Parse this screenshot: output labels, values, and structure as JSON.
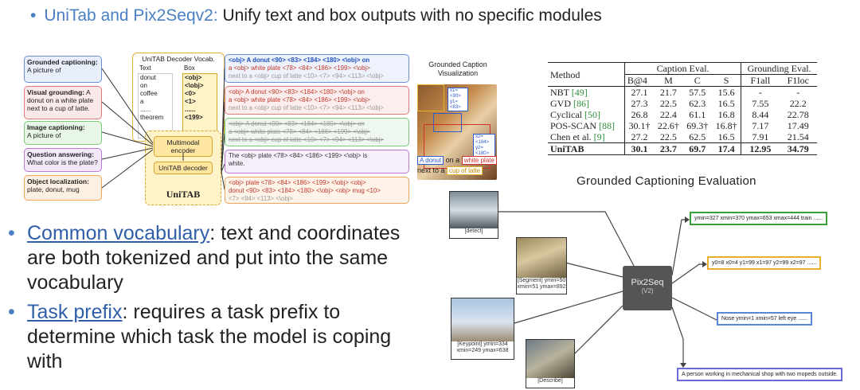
{
  "slide": {
    "title_highlight": "UniTab and Pix2Seqv2:",
    "title_rest": " Unify text and box outputs with no specific modules",
    "bullets": [
      {
        "term": "Common vocabulary",
        "rest": ": text and coordinates are both tokenized and put into the same vocabulary"
      },
      {
        "term": "Task prefix",
        "rest": ": requires a task prefix to determine which task the model is coping with"
      }
    ]
  },
  "unitab": {
    "tasks": [
      {
        "name": "Grounded captioning:",
        "text": "A picture of",
        "color": "#6b8fd6"
      },
      {
        "name": "Visual grounding:",
        "text": "A donut on a white plate next to a cup of latte.",
        "color": "#e07a7a"
      },
      {
        "name": "Image captioning:",
        "text": "A picture of",
        "color": "#7cc77c"
      },
      {
        "name": "Question answering:",
        "text": "What color is the plate?",
        "color": "#b77ad1"
      },
      {
        "name": "Object localization:",
        "text": "plate, donut, mug",
        "color": "#f0a55a"
      }
    ],
    "vocab_title": "UniTAB Decoder Vocab.",
    "vocab_text_header": "Text",
    "vocab_box_header": "Box",
    "vocab_text": [
      "donut",
      "on",
      "coffee",
      "a",
      "......",
      "theorem"
    ],
    "vocab_box": [
      "<obj>",
      "<\\obj>",
      "<0>",
      "<1>",
      "......",
      "<199>"
    ],
    "encoder": "Multimodal encoder",
    "decoder": "UniTAB decoder",
    "model_name": "UniTAB",
    "outputs": [
      {
        "color": "#6b8fd6",
        "line1": "<obj> A donut <90> <83> <184> <180> <\\obj> on",
        "line2": "a <obj> white plate <78> <84> <186> <199> <\\obj>",
        "line3": "next to a <obj> cup of latte <10> <7> <94> <113> <\\obj>"
      },
      {
        "color": "#e07a7a",
        "line1": "<obj> A donut <90> <83> <184> <180> <\\obj> on",
        "line2": "a <obj> white plate <78> <84> <186> <199> <\\obj>",
        "line3": "next to a <obj> cup of latte <10> <7> <94> <113> <\\obj>"
      },
      {
        "color": "#7cc77c",
        "line1": "<obj> A donut <90> <83> <184> <180> <\\obj> on",
        "line2": "a <obj> white plate <78> <84> <186> <199> <\\obj>",
        "line3": "next to a <obj> cup of latte <10> <7> <94> <113> <\\obj>"
      },
      {
        "color": "#b77ad1",
        "line1": "The <obj> plate <78> <84> <186> <199> <\\obj> is",
        "line2": "white.",
        "line3": ""
      },
      {
        "color": "#f0a55a",
        "line1": "<obj> plate <78> <84> <186> <199> <\\obj> <obj>",
        "line2": "donut <90> <83> <184> <180> <\\obj> <obj> mug <10>",
        "line3": "<7> <94> <113> <\\obj>"
      }
    ],
    "viz_title": "Grounded Caption Visualization",
    "viz_labels": {
      "donut": "A donut",
      "on_a": "on a",
      "plate": "white plate",
      "next_to": "next to a",
      "latte": "cup of latte",
      "coord1": "x1=<90> y1=<83>",
      "coord2": "x2=<184> y2=<180>"
    }
  },
  "table": {
    "group1": "Caption Eval.",
    "group2": "Grounding Eval.",
    "columns": [
      "Method",
      "B@4",
      "M",
      "C",
      "S",
      "F1all",
      "F1loc"
    ],
    "rows": [
      {
        "method": "NBT",
        "cite": "[49]",
        "vals": [
          "27.1",
          "21.7",
          "57.5",
          "15.6",
          "-",
          "-"
        ]
      },
      {
        "method": "GVD",
        "cite": "[86]",
        "vals": [
          "27.3",
          "22.5",
          "62.3",
          "16.5",
          "7.55",
          "22.2"
        ]
      },
      {
        "method": "Cyclical",
        "cite": "[50]",
        "vals": [
          "26.8",
          "22.4",
          "61.1",
          "16.8",
          "8.44",
          "22.78"
        ]
      },
      {
        "method": "POS-SCAN",
        "cite": "[88]",
        "vals": [
          "30.1†",
          "22.6†",
          "69.3†",
          "16.8†",
          "7.17",
          "17.49"
        ]
      },
      {
        "method": "Chen et al.",
        "cite": "[9]",
        "vals": [
          "27.2",
          "22.5",
          "62.5",
          "16.5",
          "7.91",
          "21.54"
        ]
      }
    ],
    "last_row": {
      "method": "UniTAB",
      "vals": [
        "30.1",
        "23.7",
        "69.7",
        "17.4",
        "12.95",
        "34.79"
      ]
    },
    "caption": "Grounded Captioning Evaluation"
  },
  "pix2seq": {
    "model": "Pix2Seq",
    "version": "(V2)",
    "thumbs": [
      {
        "label": "[detect]"
      },
      {
        "label": "[Segment] ymin=50 xmin=51 ymax=892 ..."
      },
      {
        "label": "[Keypoint] ymin=334 xmin=249 ymax=638"
      },
      {
        "label": "[Describe]"
      }
    ],
    "outputs": [
      {
        "text": "ymin=327 xmin=370 ymax=653 xmax=444 train ......",
        "color": "#3aa13a"
      },
      {
        "text": "y0=8 x0=4 y1=99 x1=97 y2=99 x2=97 ......",
        "color": "#e8b02a"
      },
      {
        "text": "Nose ymin=1 xmin=57 left eye ......",
        "color": "#5a86d8"
      },
      {
        "text": "A person working in mechanical shop with two mopeds outside.",
        "color": "#6a6ad8"
      }
    ]
  }
}
